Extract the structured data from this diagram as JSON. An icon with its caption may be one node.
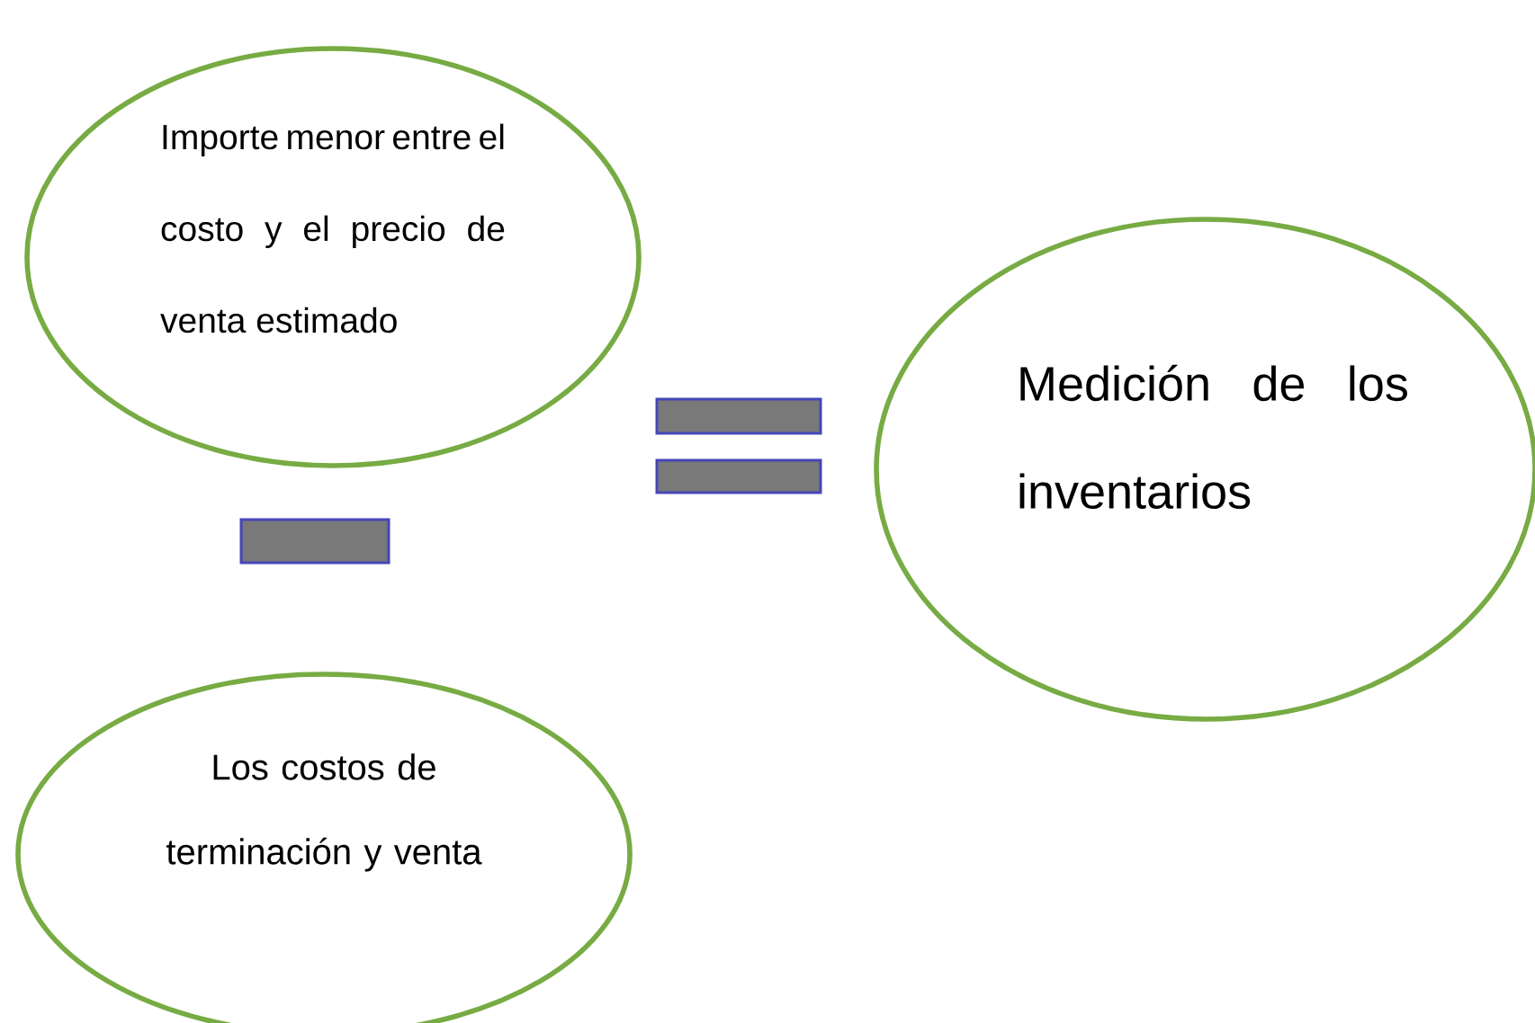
{
  "diagram": {
    "nodes": [
      {
        "text": [
          "Importe menor entre el costo y el precio de venta estimado"
        ]
      },
      {
        "text": [
          "Medición de los inventarios"
        ]
      },
      {
        "text": [],
        "shape": "bar"
      },
      {
        "text": [],
        "shape": "bar"
      },
      {
        "text": [],
        "shape": "bar"
      },
      {
        "text": [
          "Los costos de terminación y venta"
        ]
      }
    ]
  }
}
